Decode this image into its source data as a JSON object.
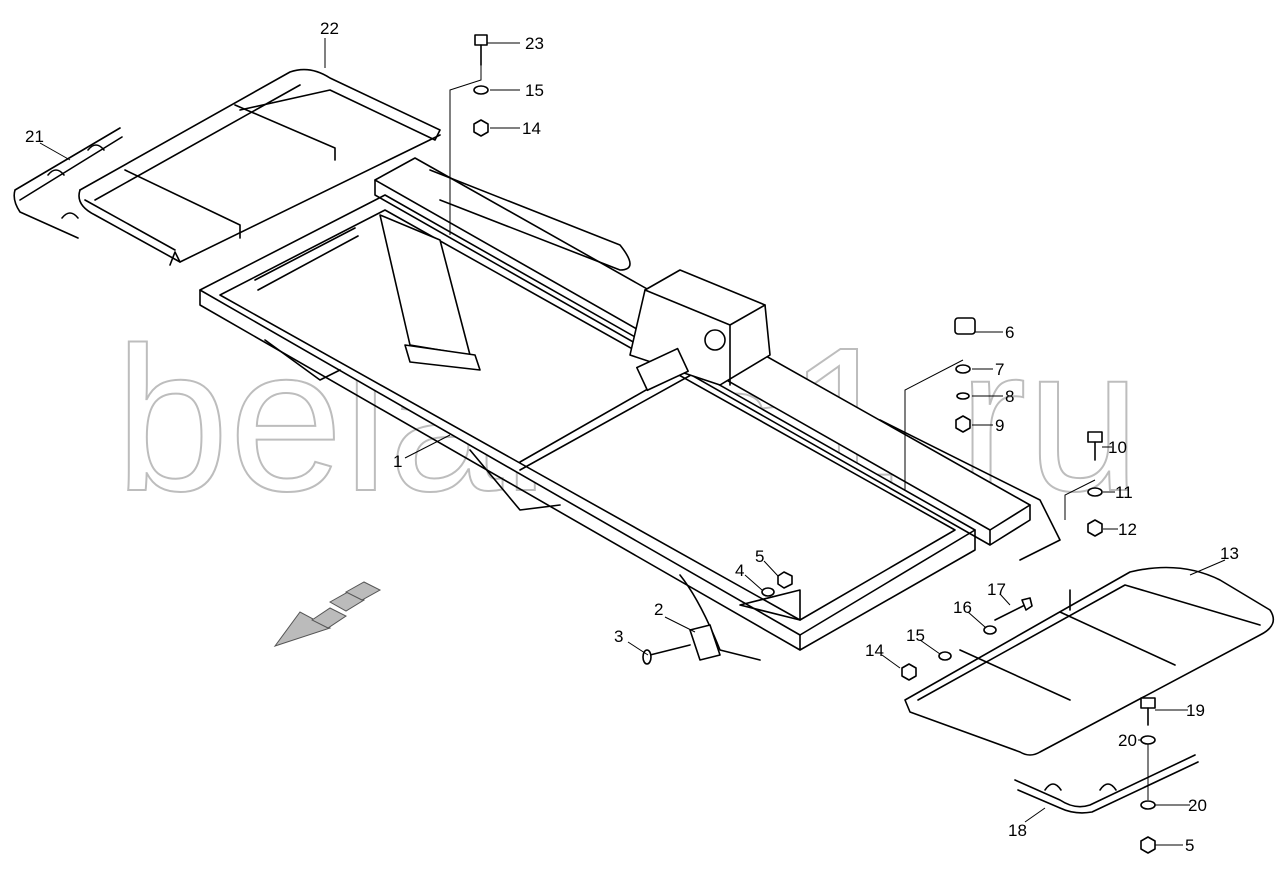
{
  "watermark": "belarus1.ru",
  "callouts": [
    {
      "id": "c22",
      "label": "22"
    },
    {
      "id": "c23",
      "label": "23"
    },
    {
      "id": "c15a",
      "label": "15"
    },
    {
      "id": "c14a",
      "label": "14"
    },
    {
      "id": "c21",
      "label": "21"
    },
    {
      "id": "c6",
      "label": "6"
    },
    {
      "id": "c7",
      "label": "7"
    },
    {
      "id": "c8",
      "label": "8"
    },
    {
      "id": "c9",
      "label": "9"
    },
    {
      "id": "c10",
      "label": "10"
    },
    {
      "id": "c11",
      "label": "11"
    },
    {
      "id": "c12",
      "label": "12"
    },
    {
      "id": "c13",
      "label": "13"
    },
    {
      "id": "c1",
      "label": "1"
    },
    {
      "id": "c5a",
      "label": "5"
    },
    {
      "id": "c4",
      "label": "4"
    },
    {
      "id": "c2",
      "label": "2"
    },
    {
      "id": "c3",
      "label": "3"
    },
    {
      "id": "c17",
      "label": "17"
    },
    {
      "id": "c16",
      "label": "16"
    },
    {
      "id": "c15b",
      "label": "15"
    },
    {
      "id": "c14b",
      "label": "14"
    },
    {
      "id": "c19",
      "label": "19"
    },
    {
      "id": "c20a",
      "label": "20"
    },
    {
      "id": "c20b",
      "label": "20"
    },
    {
      "id": "c18",
      "label": "18"
    },
    {
      "id": "c5b",
      "label": "5"
    }
  ]
}
